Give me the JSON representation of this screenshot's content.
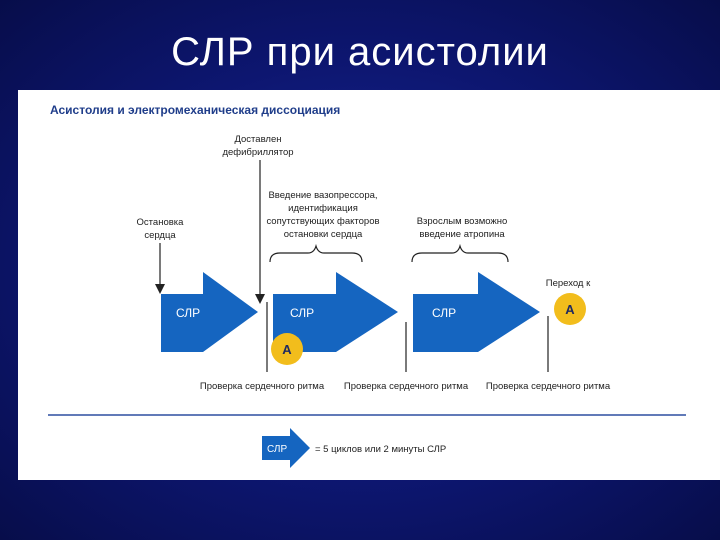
{
  "slide": {
    "title": "СЛР при асистолии"
  },
  "diagram": {
    "heading": "Асистолия и электромеханическая диссоциация",
    "annotations": {
      "arrest": [
        "Остановка",
        "сердца"
      ],
      "defib": [
        "Доставлен",
        "дефибриллятор"
      ],
      "vasopressor": [
        "Введение вазопрессора,",
        "идентификация",
        "сопутствующих факторов",
        "остановки сердца"
      ],
      "atropine": [
        "Взрослым возможно",
        "введение атропина"
      ],
      "transition": "Переход к"
    },
    "arrow_label": "СЛР",
    "badge_label": "A",
    "rhythm_check": "Проверка сердечного ритма",
    "legend": {
      "arrow_label": "СЛР",
      "text": "= 5 циклов или 2 минуты СЛР"
    },
    "colors": {
      "arrow": "#1565c0",
      "badge": "#f2bd1c",
      "heading": "#1f3d8a"
    }
  }
}
